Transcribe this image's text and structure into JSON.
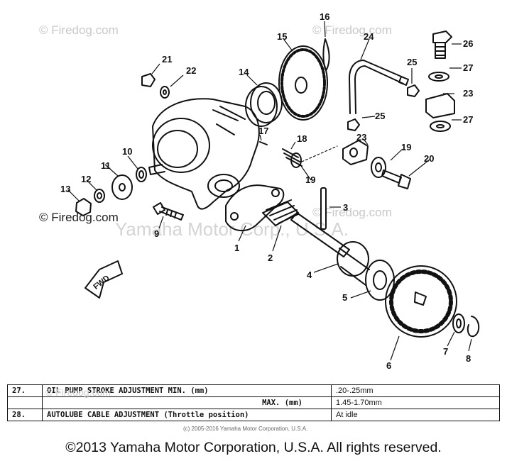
{
  "watermarks": {
    "firedog_top_left": "© Firedog.com",
    "firedog_top_right": "© Firedog.com",
    "firedog_mid_left": "© Firedog.com",
    "firedog_mid_right": "© Firedog.com",
    "firedog_table": "© Firedog.com",
    "yamaha_center": "Yamaha Motor Corp., U.S.A."
  },
  "callouts": [
    "1",
    "2",
    "3",
    "4",
    "5",
    "6",
    "7",
    "8",
    "9",
    "10",
    "11",
    "12",
    "13",
    "14",
    "15",
    "16",
    "17",
    "18",
    "19",
    "19",
    "20",
    "21",
    "22",
    "23",
    "23",
    "24",
    "25",
    "25",
    "26",
    "27",
    "27"
  ],
  "fwd_label": "FWD",
  "spec_table": {
    "row1": {
      "num": "27.",
      "desc": "OIL PUMP STROKE ADJUSTMENT MIN. (mm)",
      "value": ".20-.25mm"
    },
    "row2": {
      "num": "",
      "desc": "MAX. (mm)",
      "value": "1.45-1.70mm"
    },
    "row3": {
      "num": "28.",
      "desc": "AUTOLUBE CABLE ADJUSTMENT (Throttle position)",
      "value": "At idle"
    }
  },
  "small_copyright": "(c) 2005-2016 Yamaha Motor Corporation, U.S.A.",
  "footer_copyright": "©2013 Yamaha Motor Corporation, U.S.A. All rights reserved."
}
